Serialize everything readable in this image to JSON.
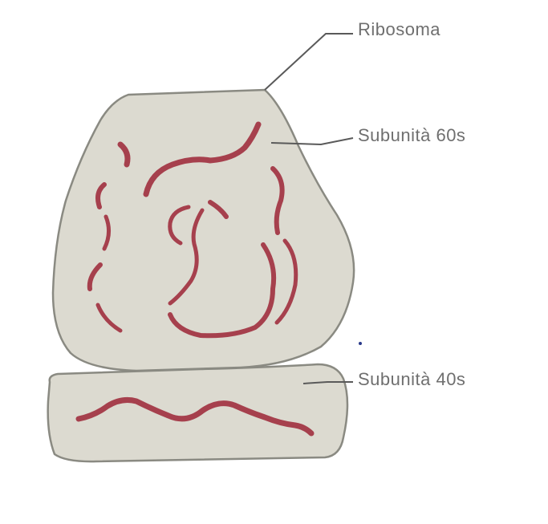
{
  "labels": {
    "ribosome": "Ribosoma",
    "subunit_60s": "Subunità 60s",
    "subunit_40s": "Subunità 40s"
  },
  "colors": {
    "subunit_fill": "#dcdad0",
    "subunit_outline": "#8a8a82",
    "rna_strand": "#a6404d",
    "leader_line": "#5a5a5a",
    "label_text": "#6f6f6f"
  }
}
